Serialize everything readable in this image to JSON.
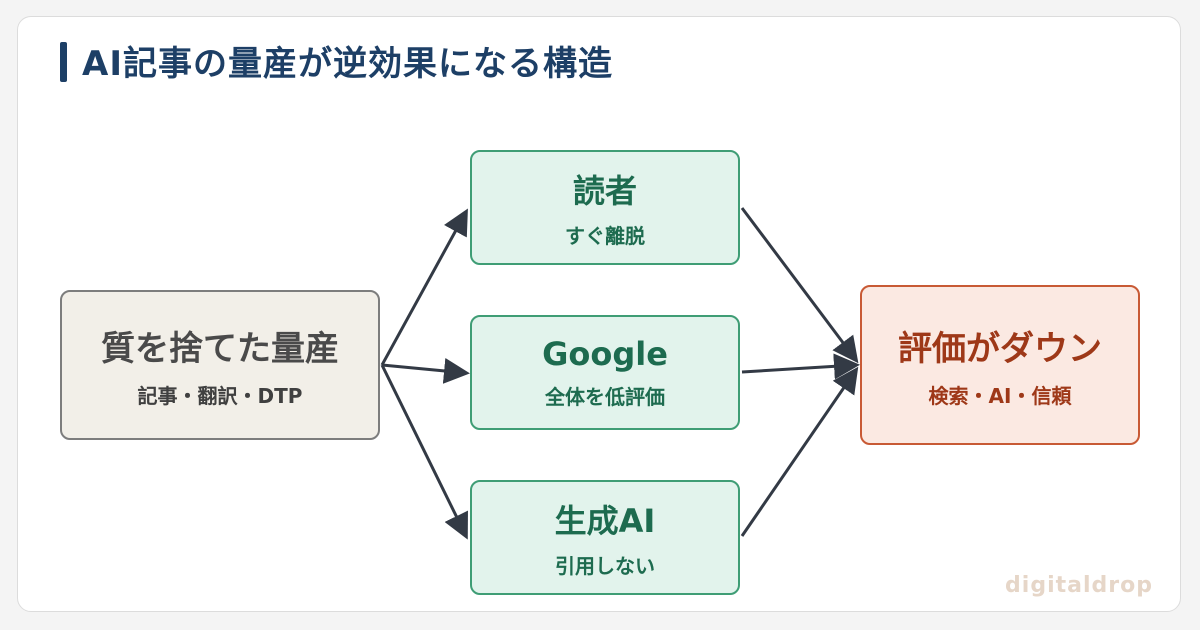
{
  "header": {
    "title": "AI記事の量産が逆効果になる構造"
  },
  "diagram": {
    "source": {
      "label": "質を捨てた量産",
      "sublabel": "記事・翻訳・DTP"
    },
    "targets": [
      {
        "label": "読者",
        "sublabel": "すぐ離脱"
      },
      {
        "label": "Google",
        "sublabel": "全体を低評価"
      },
      {
        "label": "生成AI",
        "sublabel": "引用しない"
      }
    ],
    "result": {
      "label": "評価がダウン",
      "sublabel": "検索・AI・信頼"
    }
  },
  "footer": {
    "brand": "digitaldrop"
  },
  "colors": {
    "title": "#1d3f66",
    "arrow": "#333a45",
    "source_fill": "#f2efe8",
    "source_border": "#7d7d7d",
    "target_fill": "#e2f3ec",
    "target_border": "#3f9d75",
    "target_text": "#1d6b4f",
    "result_fill": "#fbe9e2",
    "result_border": "#c85a35",
    "result_text": "#9e3818",
    "watermark": "#e6d6c8"
  }
}
